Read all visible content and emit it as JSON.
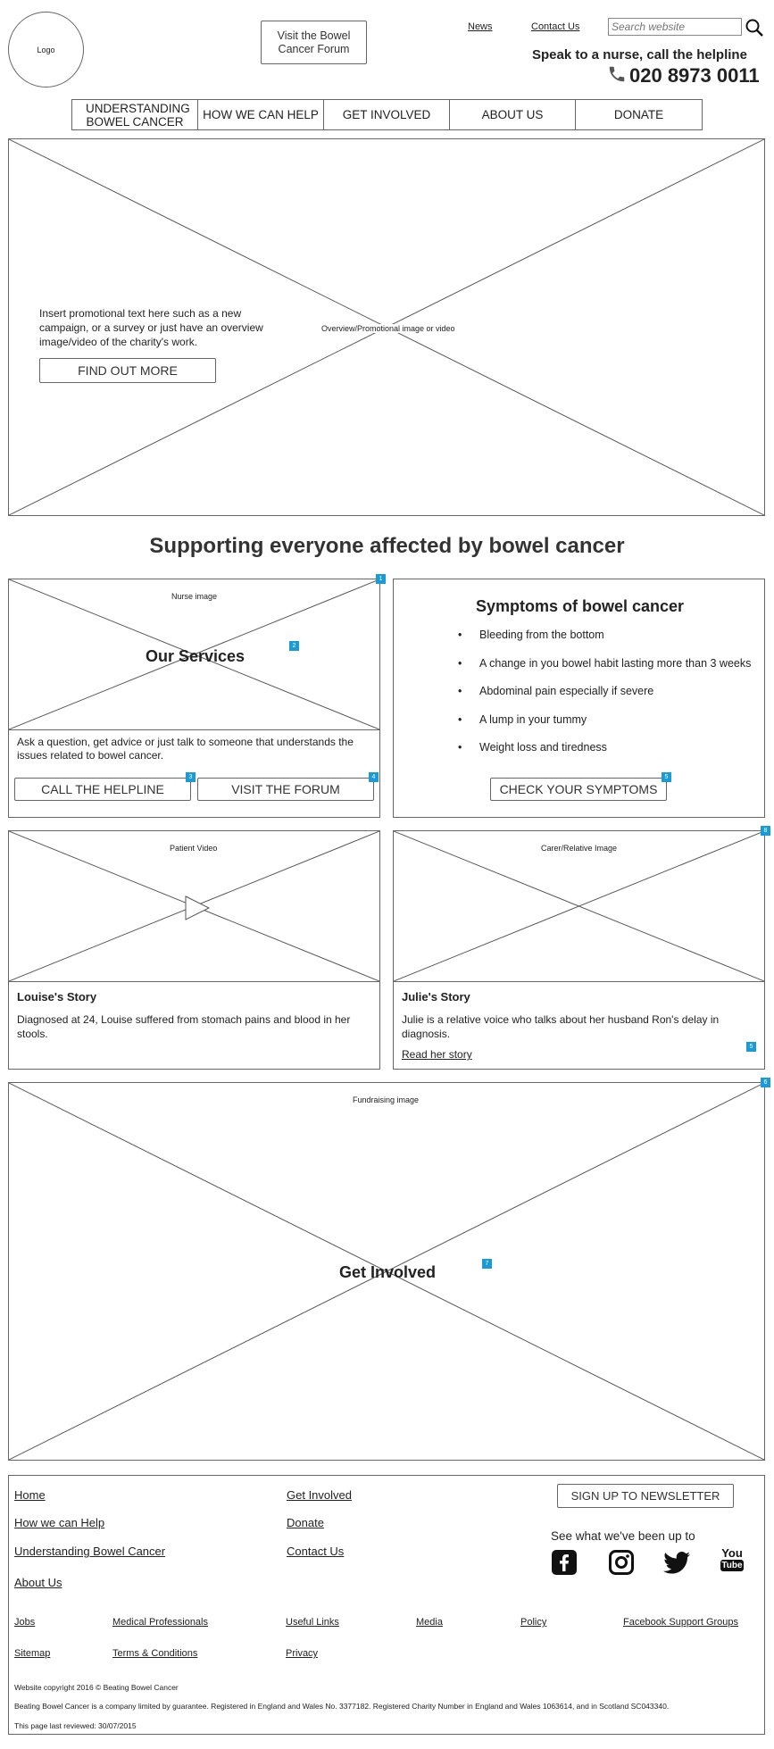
{
  "header": {
    "logo_label": "Logo",
    "forum_button": "Visit the Bowel Cancer Forum",
    "top_links": [
      "News",
      "Contact Us"
    ],
    "search_placeholder": "Search website",
    "helpline_heading": "Speak to a nurse, call the helpline",
    "helpline_number": "020 8973 0011"
  },
  "nav": {
    "items": [
      "UNDERSTANDING BOWEL CANCER",
      "HOW WE CAN HELP",
      "GET INVOLVED",
      "ABOUT US",
      "DONATE"
    ]
  },
  "hero": {
    "image_label": "Overview/Promotional image or video",
    "promo_text": "Insert promotional text here such as a new campaign, or a survey or just have an overview image/video of the charity's work.",
    "cta": "FIND OUT MORE"
  },
  "main_heading": "Supporting everyone affected by bowel cancer",
  "services": {
    "image_label": "Nurse image",
    "title": "Our Services",
    "text": "Ask a question, get advice or just talk to someone that understands the issues related to bowel cancer.",
    "helpline_button": "CALL THE HELPLINE",
    "forum_button": "VISIT THE FORUM"
  },
  "symptoms": {
    "title": "Symptoms of bowel cancer",
    "items": [
      "Bleeding from the bottom",
      "A change in you bowel habit lasting more than 3 weeks",
      "Abdominal pain especially if severe",
      "A lump in your tummy",
      "Weight loss and tiredness"
    ],
    "button": "CHECK YOUR SYMPTOMS"
  },
  "stories": {
    "louise": {
      "image_label": "Patient Video",
      "title": "Louise's Story",
      "text": "Diagnosed at 24, Louise suffered from stomach pains and blood in her stools."
    },
    "julie": {
      "image_label": "Carer/Relative Image",
      "title": "Julie's Story",
      "text": "Julie is a relative voice who talks about her husband Ron's delay in diagnosis.",
      "link": "Read her story"
    }
  },
  "get_involved": {
    "image_label": "Fundraising image",
    "title": "Get Involved"
  },
  "badges": [
    "1",
    "2",
    "3",
    "4",
    "5",
    "6",
    "7",
    "8"
  ],
  "footer": {
    "col1": [
      "Home",
      "How we can Help",
      "Understanding Bowel Cancer",
      "About Us"
    ],
    "col2": [
      "Get Involved",
      "Donate",
      "Contact Us"
    ],
    "newsletter_button": "SIGN UP TO NEWSLETTER",
    "social_heading": "See what we've been up to",
    "social_icons": [
      "facebook-icon",
      "instagram-icon",
      "twitter-icon",
      "youtube-icon"
    ],
    "youtube_text": [
      "You",
      "Tube"
    ],
    "row1": [
      "Jobs",
      "Medical Professionals",
      "Useful Links",
      "Media",
      "Policy",
      "Facebook Support Groups"
    ],
    "row2": [
      "Sitemap",
      "Terms & Conditions",
      "Privacy"
    ],
    "copyright": "Website copyright 2016 © Beating Bowel Cancer",
    "legal": "Beating Bowel Cancer is a company limited by guarantee. Registered in England and Wales No. 3377182. Registered Charity Number in England and Wales 1063614, and in Scotland SC043340.",
    "reviewed": "This page last reviewed: 30/07/2015"
  }
}
